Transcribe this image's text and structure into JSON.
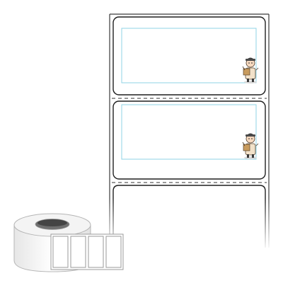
{
  "product": {
    "labels": [
      {
        "id": "label-1",
        "print_area": "blank",
        "illustration": "delivery-person-carrying-box"
      },
      {
        "id": "label-2",
        "print_area": "blank",
        "illustration": "delivery-person-carrying-box"
      }
    ],
    "roll_preview": {
      "visible_labels": 4
    }
  },
  "colors": {
    "liner": "#ffffff",
    "outline": "#2b2b2b",
    "print_area": "#8fd3e6",
    "perforation": "#333333",
    "roll_shadow": "#c9c9c9"
  }
}
